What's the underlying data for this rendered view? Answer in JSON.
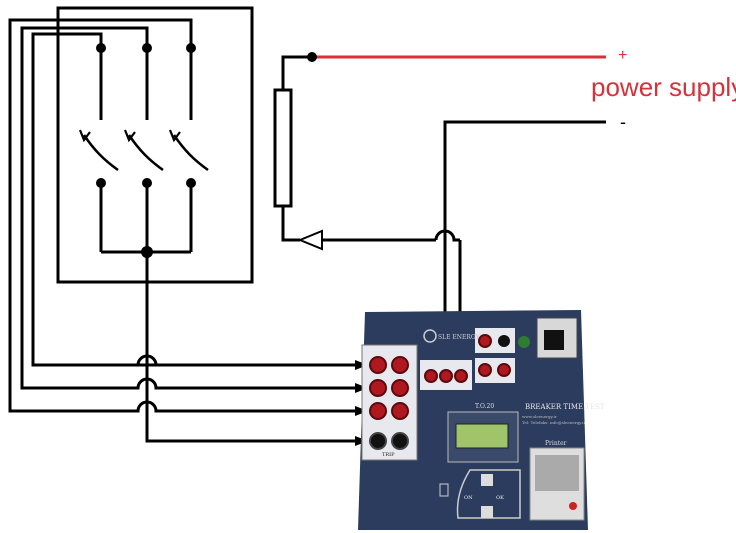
{
  "power_supply": {
    "plus_sign": "+",
    "minus_sign": "-",
    "label": "power supply",
    "positive_color": "#d6323a"
  },
  "device": {
    "brand_text": "SLE ENERGY",
    "title": "BREAKER TIME TEST",
    "subtitle_1": "www.sleenergy.ir",
    "subtitle_2": "Tel: Telefaks: info@sleenergy.ir",
    "time_label": "T.O.20",
    "printer_label": "Printer",
    "port_label": "TRIP",
    "keypad_left": "ON",
    "keypad_right": "OK",
    "panel_color": "#2c3c5e",
    "socket_color": "#b01820",
    "display_color": "#9fc46a"
  }
}
